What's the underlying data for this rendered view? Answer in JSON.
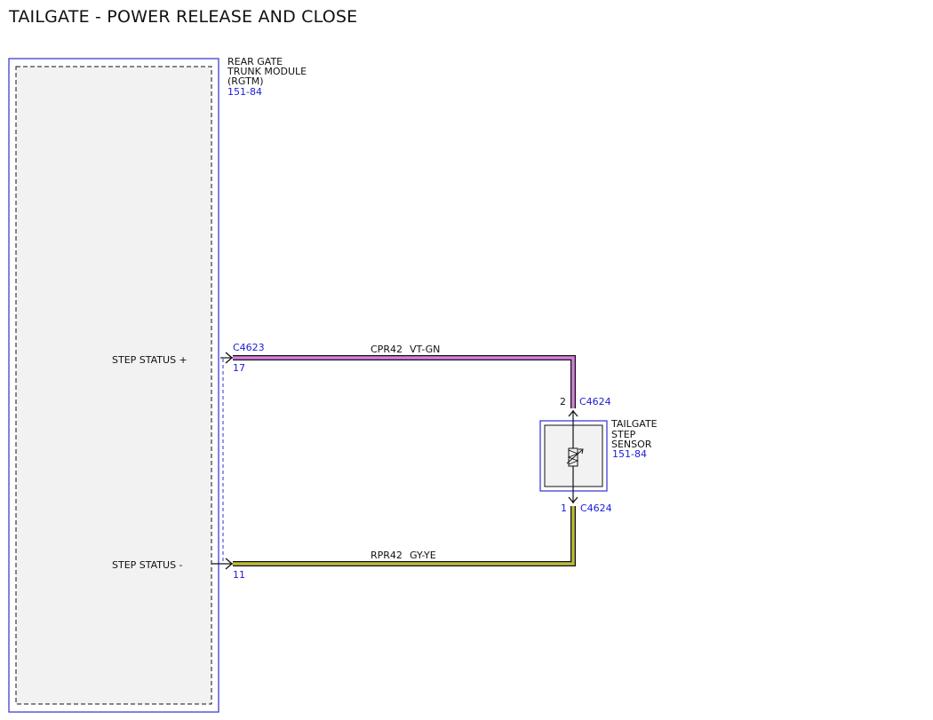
{
  "title": "TAILGATE - POWER RELEASE AND CLOSE",
  "module": {
    "name_lines": [
      "REAR GATE",
      "TRUNK MODULE",
      "(RGTM)"
    ],
    "ref": "151-84",
    "pins": {
      "step_status_plus_label": "STEP STATUS +",
      "step_status_minus_label": "STEP STATUS -"
    }
  },
  "connectors": {
    "module_connector": "C4623",
    "pin_top": "17",
    "pin_bottom": "11",
    "sensor_connector_top": "C4624",
    "sensor_connector_bottom": "C4624",
    "sensor_pin_top": "2",
    "sensor_pin_bottom": "1"
  },
  "wires": {
    "top_circuit": "CPR42",
    "top_color_code": "VT-GN",
    "bottom_circuit": "RPR42",
    "bottom_color_code": "GY-YE",
    "top_color_1": "#b05bb8",
    "top_color_2": "#4caf50",
    "bottom_color_1": "#7f7f7f",
    "bottom_color_2": "#d9d200"
  },
  "sensor": {
    "name_lines": [
      "TAILGATE",
      "STEP",
      "SENSOR"
    ],
    "ref": "151-84"
  },
  "colors": {
    "outline_blue": "#3030d0",
    "ref_blue": "#1a1adb",
    "module_fill": "#f2f2f2"
  }
}
